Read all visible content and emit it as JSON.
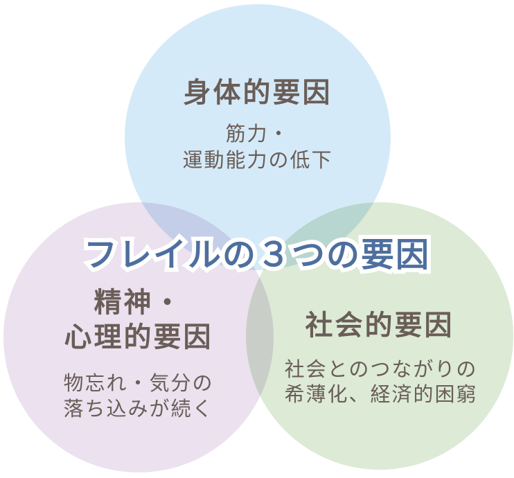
{
  "diagram": {
    "title": "フレイルの３つの要因",
    "title_color": "#4e6f9e",
    "title_outline_color": "#ffffff",
    "text_color": "#6a5d57",
    "background_color": "#ffffff",
    "factors": [
      {
        "id": "physical",
        "position": "top",
        "heading": "身体的要因",
        "description_lines": [
          "筋力・",
          "運動能力の低下"
        ],
        "circle_color": "#d5eaf8"
      },
      {
        "id": "mental",
        "position": "bottom-left",
        "heading_lines": [
          "精神・",
          "心理的要因"
        ],
        "description_lines": [
          "物忘れ・気分の",
          "落ち込みが続く"
        ],
        "circle_color": "#ebe1ef"
      },
      {
        "id": "social",
        "position": "bottom-right",
        "heading": "社会的要因",
        "description_lines": [
          "社会とのつながりの",
          "希薄化、経済的困窮"
        ],
        "circle_color": "#dcead6"
      }
    ],
    "overlap_blend": "multiply"
  }
}
